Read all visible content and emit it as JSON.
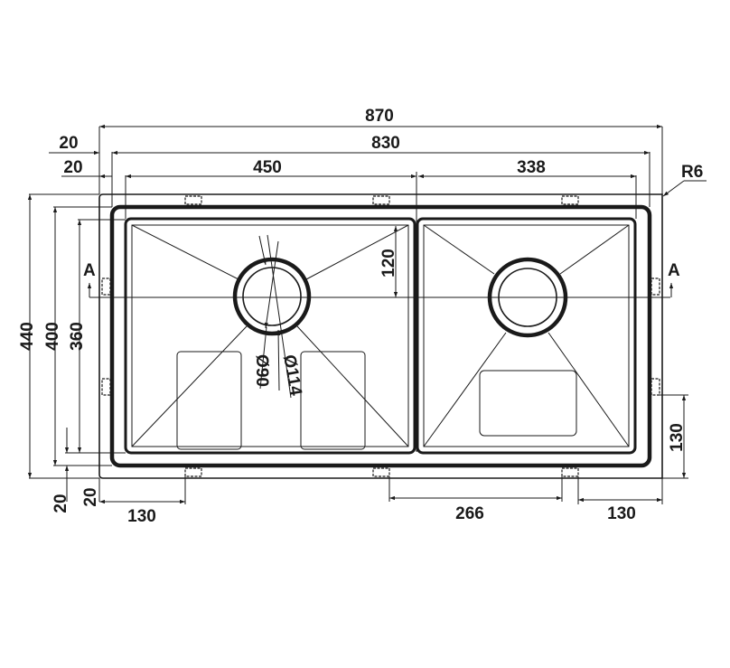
{
  "drawing": {
    "title": "Double bowl undermount sink - top view",
    "background": "#ffffff",
    "line_color": "#1a1a1a"
  },
  "dimensions": {
    "overall_width": "870",
    "flange_width": "830",
    "left_bowl_width": "450",
    "right_bowl_width": "338",
    "left_offset_outer": "20",
    "left_offset_inner": "20",
    "corner_radius": "R6",
    "overall_depth": "440",
    "flange_depth": "400",
    "bowl_depth": "360",
    "drain_offset": "120",
    "bottom_offset_outer": "20",
    "bottom_offset_inner": "20",
    "clip_left_offset": "130",
    "clip_spacing": "266",
    "clip_right_offset": "130",
    "clip_right_vertical": "130",
    "drain_inner_diameter": "Ø90",
    "drain_outer_diameter": "Ø114"
  },
  "section_markers": {
    "left": "A",
    "right": "A"
  },
  "components": {
    "left_bowl": {
      "drain": true,
      "grids": 2
    },
    "right_bowl": {
      "drain": true,
      "grids": 1
    },
    "mounting_clips": 8
  }
}
